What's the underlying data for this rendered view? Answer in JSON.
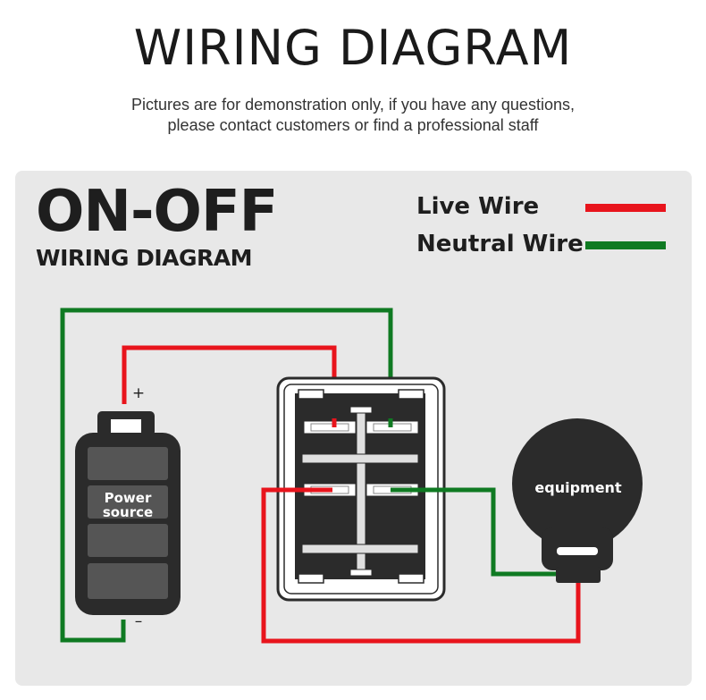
{
  "header": {
    "title": "WIRING DIAGRAM",
    "subtitle_line1": "Pictures are for demonstration only, if you have any questions,",
    "subtitle_line2": "please contact customers or find a professional staff"
  },
  "panel": {
    "heading_big": "ON-OFF",
    "heading_small": "WIRING DIAGRAM"
  },
  "legend": {
    "live_label": "Live Wire",
    "neutral_label": "Neutral Wire",
    "live_color": "#e8141c",
    "neutral_color": "#0f7a22"
  },
  "battery": {
    "label_line1": "Power",
    "label_line2": "source",
    "plus": "+",
    "minus": "–"
  },
  "equipment": {
    "label": "equipment"
  }
}
